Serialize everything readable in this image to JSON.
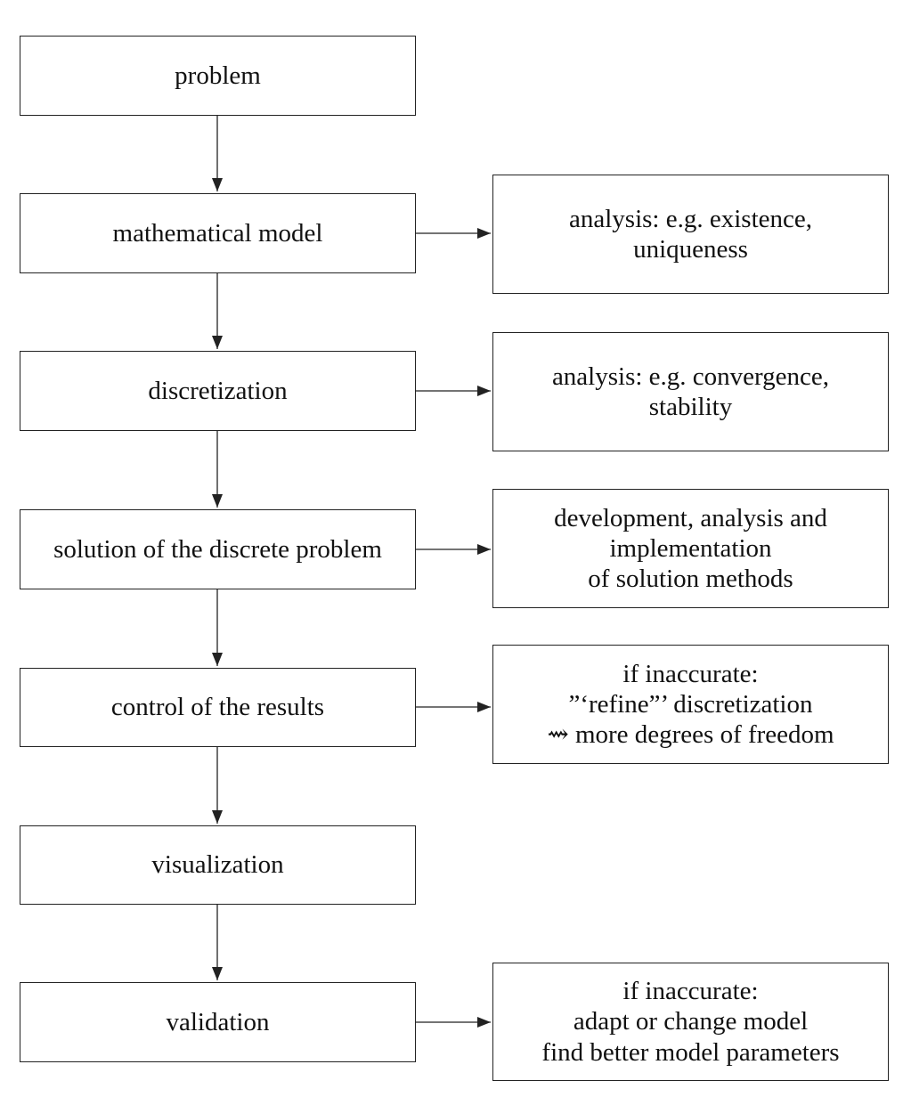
{
  "diagram": {
    "type": "flowchart",
    "steps": [
      {
        "label": "problem"
      },
      {
        "label": "mathematical model"
      },
      {
        "label": "discretization"
      },
      {
        "label": "solution of the discrete problem"
      },
      {
        "label": "control of the results"
      },
      {
        "label": "visualization"
      },
      {
        "label": "validation"
      }
    ],
    "notes": [
      {
        "attached_to": "mathematical model",
        "lines": [
          "analysis: e.g. existence,",
          "uniqueness"
        ]
      },
      {
        "attached_to": "discretization",
        "lines": [
          "analysis: e.g. convergence,",
          "stability"
        ]
      },
      {
        "attached_to": "solution of the discrete problem",
        "lines": [
          "development, analysis and",
          "implementation",
          "of solution methods"
        ]
      },
      {
        "attached_to": "control of the results",
        "lines": [
          "if inaccurate:",
          "”‘refine”’ discretization",
          "⇝ more degrees of freedom"
        ]
      },
      {
        "attached_to": "validation",
        "lines": [
          "if inaccurate:",
          "adapt or change model",
          "find better model parameters"
        ]
      }
    ],
    "colors": {
      "line": "#222222",
      "text": "#111111",
      "background": "#ffffff"
    }
  }
}
